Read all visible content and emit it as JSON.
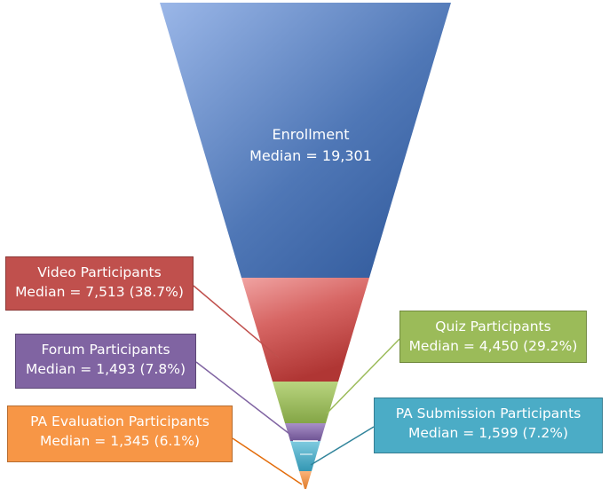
{
  "colors": {
    "enrollment": "#5b7fb8",
    "video": "#c85654",
    "forum": "#8064a2",
    "pa_evaluation": "#f79646",
    "quiz": "#9bbb59",
    "pa_submission": "#4bacc6"
  },
  "stages": [
    {
      "key": "enrollment",
      "name": "Enrollment",
      "median_line": "Median = 19,301",
      "median": 19301
    },
    {
      "key": "video",
      "name": "Video Participants",
      "median_line": "Median = 7,513 (38.7%)",
      "median": 7513,
      "percent": 38.7
    },
    {
      "key": "quiz",
      "name": "Quiz Participants",
      "median_line": "Median = 4,450 (29.2%)",
      "median": 4450,
      "percent": 29.2
    },
    {
      "key": "forum",
      "name": "Forum Participants",
      "median_line": "Median = 1,493 (7.8%)",
      "median": 1493,
      "percent": 7.8
    },
    {
      "key": "pa_submission",
      "name": "PA Submission Participants",
      "median_line": "Median = 1,599 (7.2%)",
      "median": 1599,
      "percent": 7.2
    },
    {
      "key": "pa_evaluation",
      "name": "PA Evaluation Participants",
      "median_line": "Median = 1,345 (6.1%)",
      "median": 1345,
      "percent": 6.1
    }
  ]
}
